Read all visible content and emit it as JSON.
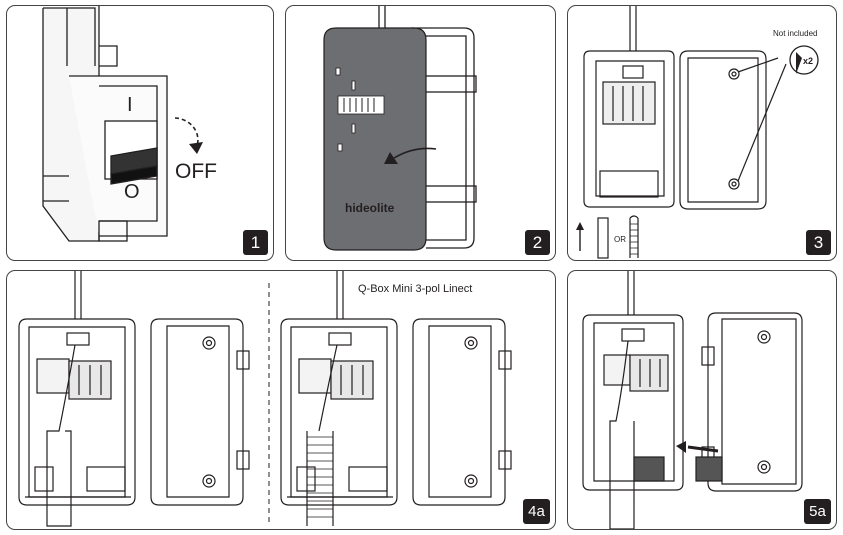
{
  "steps": {
    "s1": {
      "number": "1",
      "switch_on": "I",
      "switch_off": "O",
      "label": "OFF"
    },
    "s2": {
      "number": "2",
      "brand": "hideolite"
    },
    "s3": {
      "number": "3",
      "note": "Not included",
      "quantity": "x2",
      "or_label": "OR"
    },
    "s4a": {
      "number": "4a",
      "product": "Q-Box Mini 3-pol Linect"
    },
    "s5a": {
      "number": "5a"
    }
  },
  "colors": {
    "line": "#231f20",
    "box_grey": "#6d6e71",
    "badge": "#231f20"
  }
}
